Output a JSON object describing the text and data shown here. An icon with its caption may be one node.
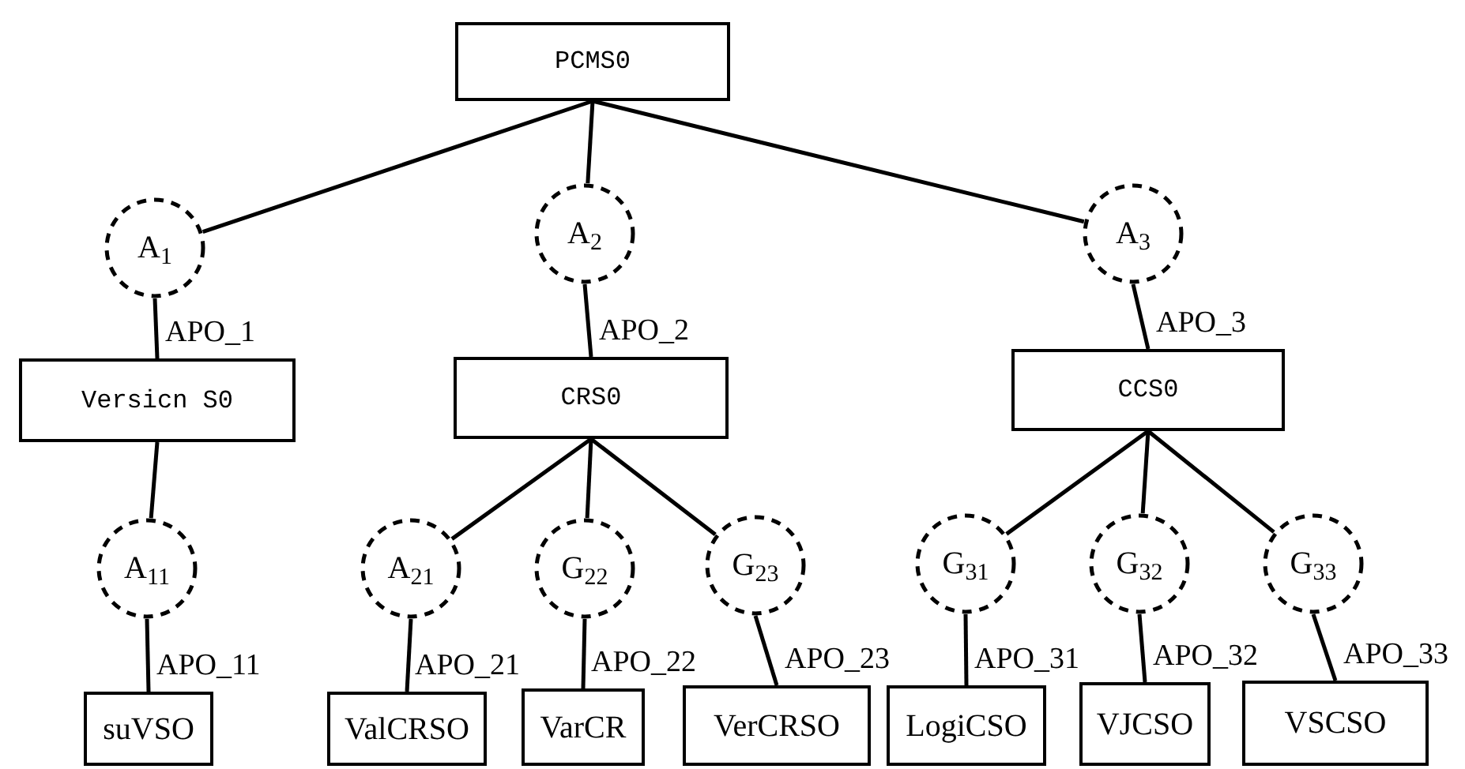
{
  "diagram": {
    "nodes": [
      {
        "text": [
          "PCMS0"
        ]
      },
      {
        "text": [
          "A$_{1}$"
        ]
      },
      {
        "text": [
          "A$_{2}$"
        ]
      },
      {
        "text": [
          "A$_{3}$"
        ]
      },
      {
        "text": [
          "Versicn S0"
        ]
      },
      {
        "text": [
          "CRS0"
        ]
      },
      {
        "text": [
          "CCS0"
        ]
      },
      {
        "text": [
          "A$_{11}$"
        ]
      },
      {
        "text": [
          "A$_{21}$"
        ]
      },
      {
        "text": [
          "G$_{22}$"
        ]
      },
      {
        "text": [
          "G$_{23}$"
        ]
      },
      {
        "text": [
          "G$_{31}$"
        ]
      },
      {
        "text": [
          "G$_{32}$"
        ]
      },
      {
        "text": [
          "G$_{33}$"
        ]
      },
      {
        "text": [
          "suVSO"
        ]
      },
      {
        "text": [
          "ValCRSO"
        ]
      },
      {
        "text": [
          "VarCR"
        ]
      },
      {
        "text": [
          "VerCRSO"
        ]
      },
      {
        "text": [
          "LogiCSO"
        ]
      },
      {
        "text": [
          "VJCSO"
        ]
      },
      {
        "text": [
          "VSCSO"
        ]
      }
    ],
    "edges": [
      {
        "from": 0,
        "to": 1,
        "arrow": "none"
      },
      {
        "from": 0,
        "to": 2,
        "arrow": "none"
      },
      {
        "from": 0,
        "to": 3,
        "arrow": "none"
      },
      {
        "from": 1,
        "to": 4,
        "arrow": "none",
        "label": "APO_1"
      },
      {
        "from": 2,
        "to": 5,
        "arrow": "none",
        "label": "APO_2"
      },
      {
        "from": 3,
        "to": 6,
        "arrow": "none",
        "label": "APO_3"
      },
      {
        "from": 4,
        "to": 7,
        "arrow": "none"
      },
      {
        "from": 5,
        "to": 8,
        "arrow": "none"
      },
      {
        "from": 5,
        "to": 9,
        "arrow": "none"
      },
      {
        "from": 5,
        "to": 10,
        "arrow": "none"
      },
      {
        "from": 6,
        "to": 11,
        "arrow": "none"
      },
      {
        "from": 6,
        "to": 12,
        "arrow": "none"
      },
      {
        "from": 6,
        "to": 13,
        "arrow": "none"
      },
      {
        "from": 7,
        "to": 14,
        "arrow": "none",
        "label": "APO_11"
      },
      {
        "from": 8,
        "to": 15,
        "arrow": "none",
        "label": "APO_21"
      },
      {
        "from": 9,
        "to": 16,
        "arrow": "none",
        "label": "APO_22"
      },
      {
        "from": 10,
        "to": 17,
        "arrow": "none",
        "label": "APO_23"
      },
      {
        "from": 11,
        "to": 18,
        "arrow": "none",
        "label": "APO_31"
      },
      {
        "from": 12,
        "to": 19,
        "arrow": "none",
        "label": "APO_32"
      },
      {
        "from": 13,
        "to": 20,
        "arrow": "none",
        "label": "APO_33"
      }
    ]
  }
}
